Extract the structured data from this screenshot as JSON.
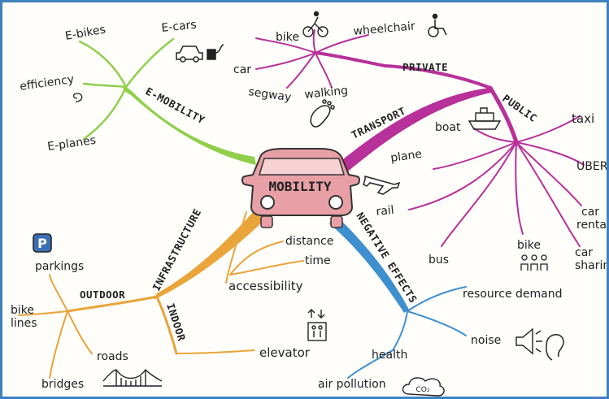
{
  "center": "MOBILITY",
  "colors": {
    "e_mobility": "#8fcf4a",
    "transport": "#b8309a",
    "infrastructure": "#e9a43a",
    "negative_effects": "#3e8fce",
    "car_body": "#e8a0a6"
  },
  "branches": {
    "e_mobility": {
      "title": "E-MOBILITY",
      "items": [
        "E-bikes",
        "E-cars",
        "efficiency",
        "E-planes"
      ]
    },
    "transport": {
      "title": "TRANSPORT",
      "private": {
        "title": "PRIVATE",
        "items": [
          "bike",
          "wheelchair",
          "car",
          "segway",
          "walking"
        ]
      },
      "public": {
        "title": "PUBLIC",
        "items": [
          "boat",
          "plane",
          "rail",
          "bus",
          "bike",
          "taxi",
          "UBER",
          "car",
          "rental",
          "car",
          "sharing"
        ]
      }
    },
    "infrastructure": {
      "title": "INFRASTRUCTURE",
      "outdoor": {
        "title": "OUTDOOR",
        "items": [
          "parkings",
          "bike",
          "lines",
          "roads",
          "bridges"
        ]
      },
      "indoor": {
        "title": "INDOOR",
        "items": [
          "elevator"
        ]
      },
      "accessibility": {
        "title": "accessibility",
        "items": [
          "distance",
          "time"
        ]
      }
    },
    "negative_effects": {
      "title": "NEGATIVE EFFECTS",
      "items": [
        "resource demand",
        "noise",
        "health",
        "air pollution"
      ]
    }
  },
  "icons": {
    "parking_letter": "P",
    "co2_text": "CO₂"
  }
}
